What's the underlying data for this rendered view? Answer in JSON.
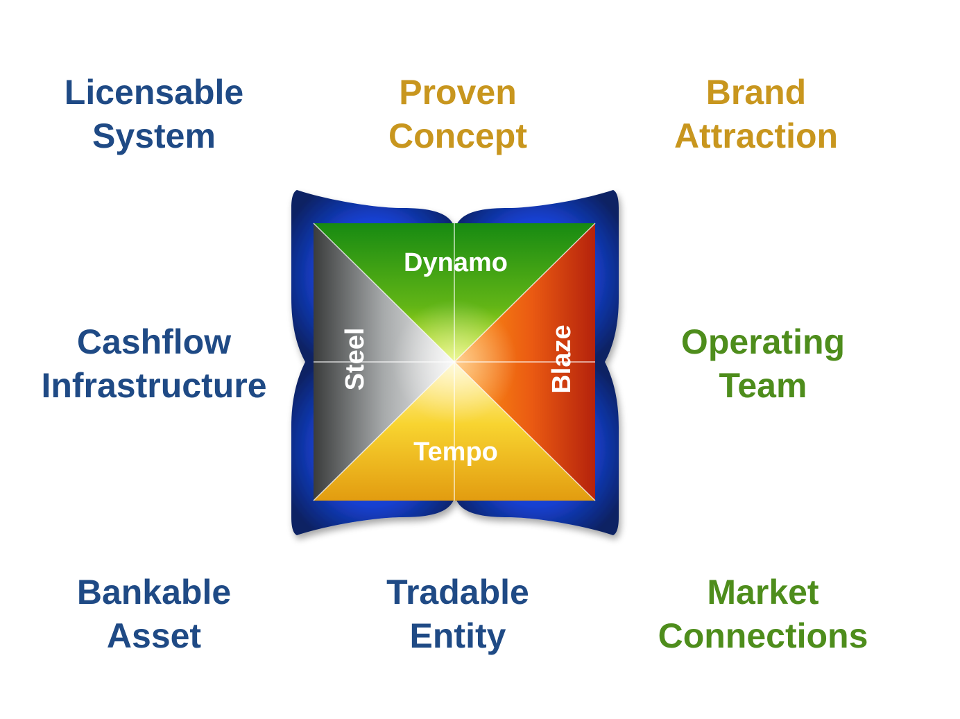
{
  "labels": {
    "top_left": [
      "Licensable",
      "System"
    ],
    "top_center": [
      "Proven",
      "Concept"
    ],
    "top_right": [
      "Brand",
      "Attraction"
    ],
    "middle_left": [
      "Cashflow",
      "Infrastructure"
    ],
    "middle_right": [
      "Operating",
      "Team"
    ],
    "bottom_left": [
      "Bankable",
      "Asset"
    ],
    "bottom_center": [
      "Tradable",
      "Entity"
    ],
    "bottom_right": [
      "Market",
      "Connections"
    ]
  },
  "segments": {
    "top": "Dynamo",
    "right": "Blaze",
    "bottom": "Tempo",
    "left": "Steel"
  },
  "colors": {
    "label_blue": "#1f4a85",
    "label_gold": "#c8961e",
    "label_green": "#4e8d1c",
    "frame_dark": "#0d2a66",
    "frame_bright": "#1a44d8",
    "dynamo": "#2e9a1a",
    "blaze": "#e0501a",
    "tempo": "#f2c21e",
    "steel": "#9ea3a5"
  }
}
